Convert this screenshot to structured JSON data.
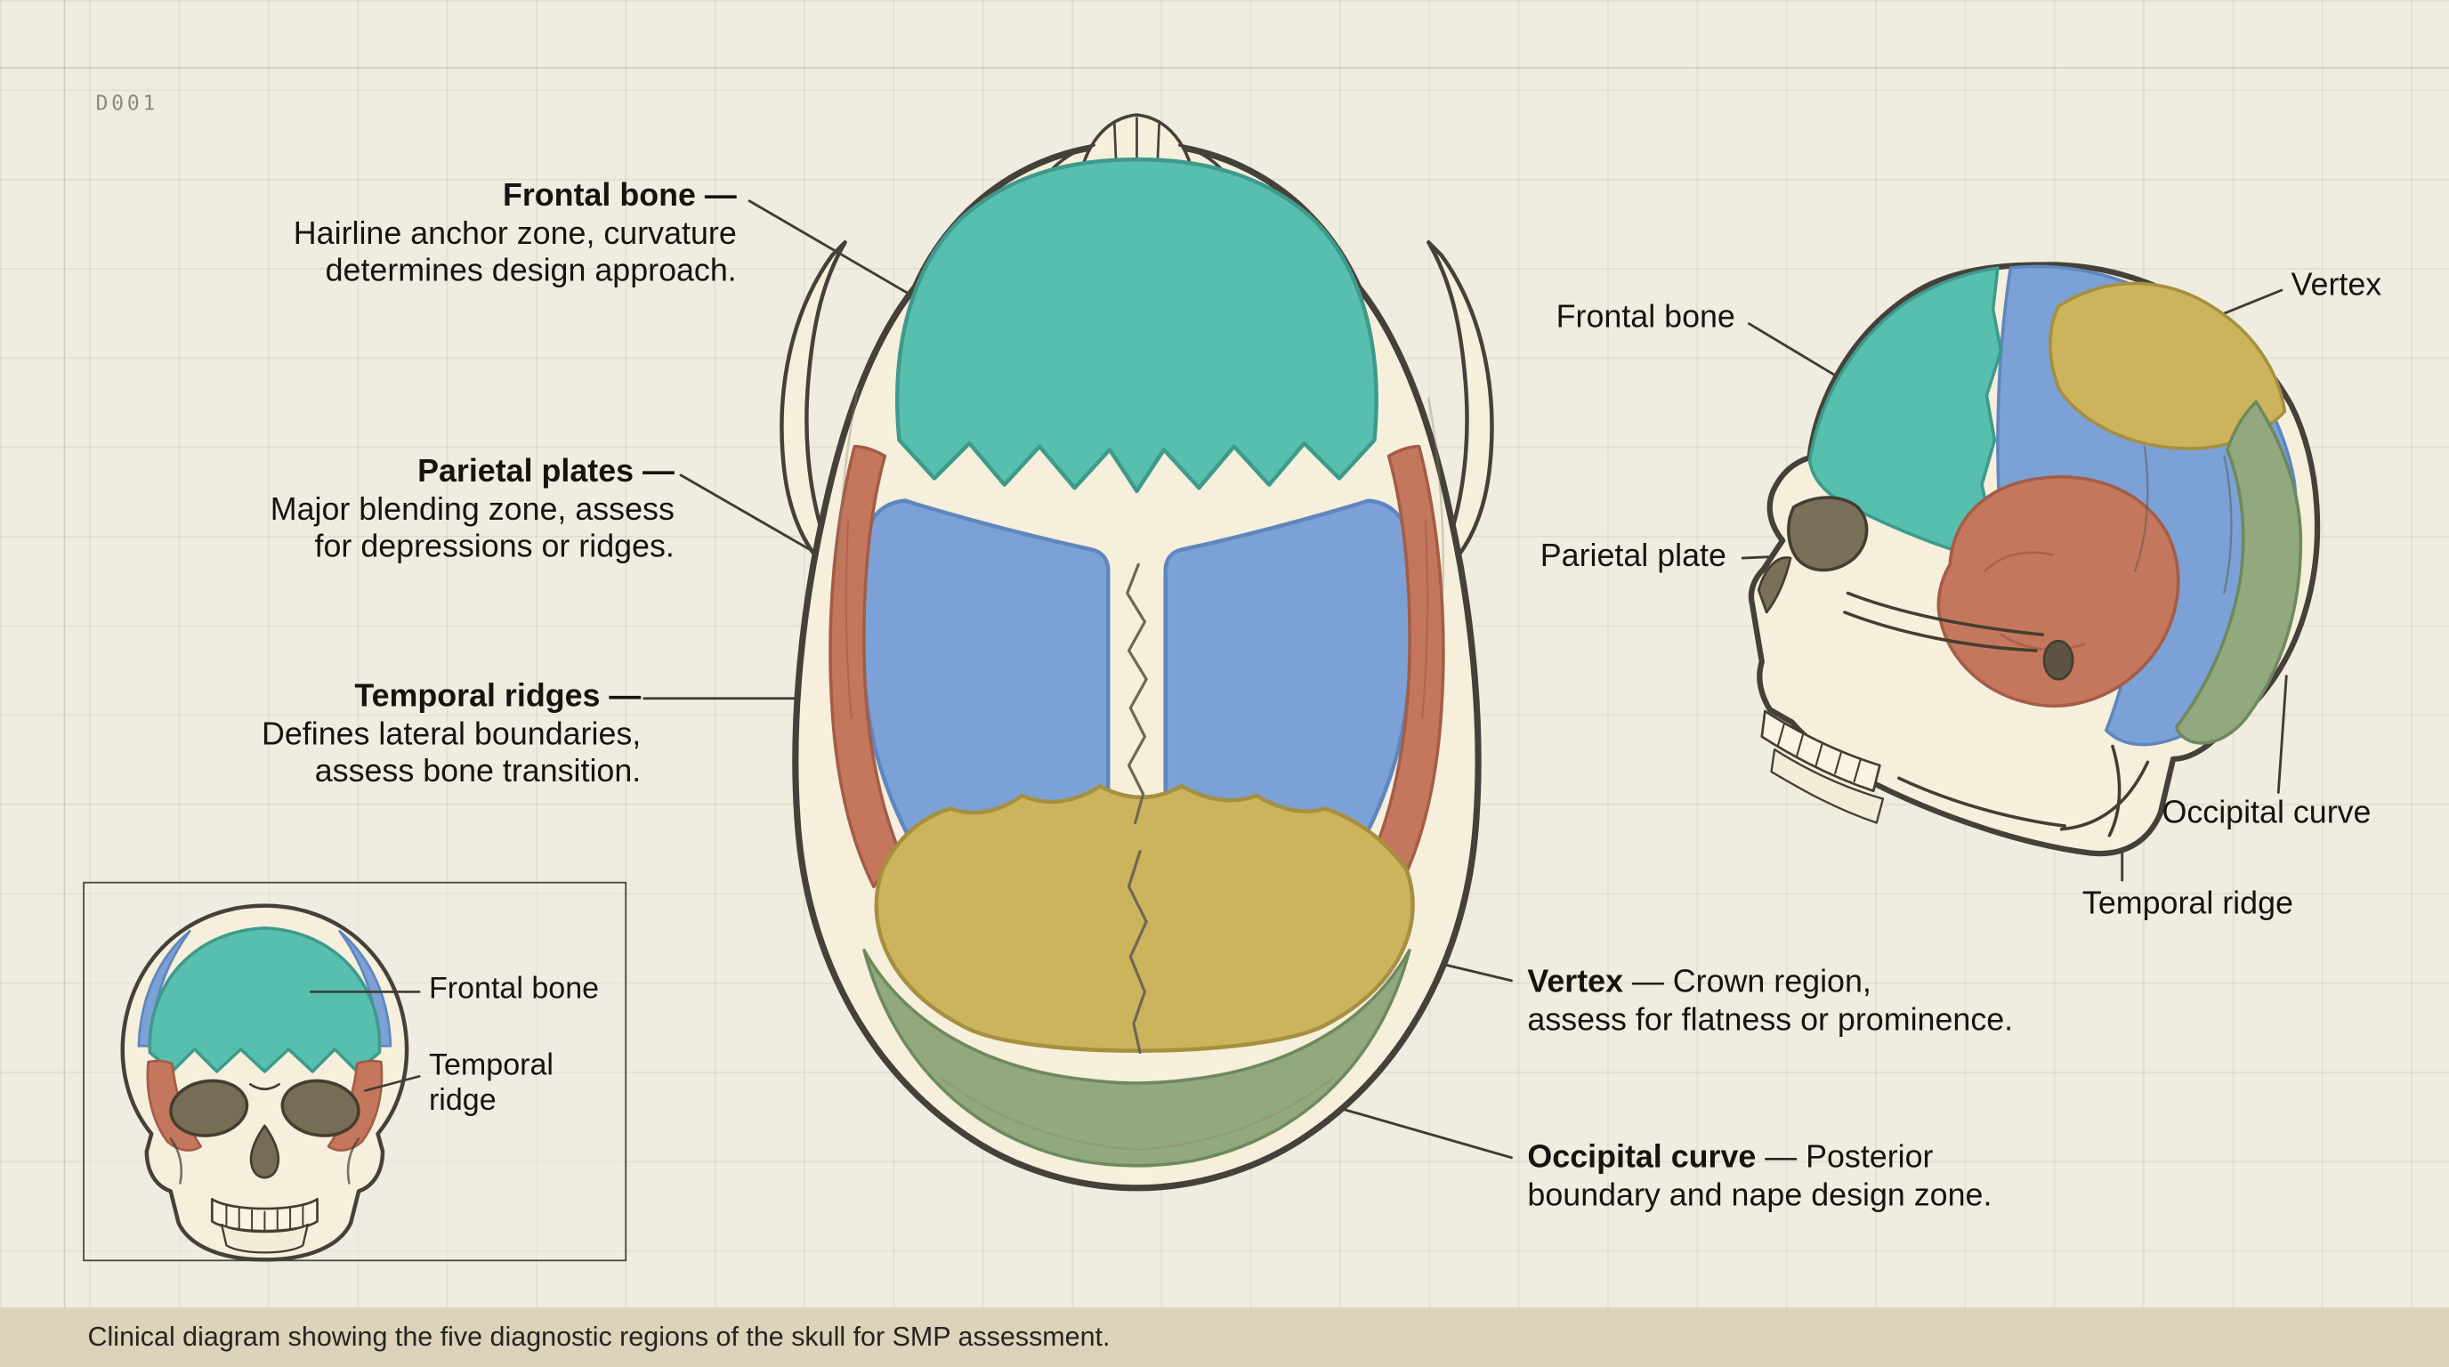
{
  "meta": {
    "doc_id": "D001",
    "caption": "Clinical diagram showing the five diagnostic regions of the skull for SMP assessment."
  },
  "colors": {
    "frontal_teal": "#57bfae",
    "parietal_blue": "#7ba1d6",
    "temporal_red": "#c5775e",
    "vertex_olive": "#cbb45c",
    "occipital_green": "#92a87e",
    "bone": "#f5efdc",
    "background": "#f0ece0",
    "caption_bar": "#ddd2ba",
    "outline": "#45413a"
  },
  "annotations": {
    "frontal": {
      "title": "Frontal bone —",
      "line1": "Hairline anchor zone, curvature",
      "line2": "determines design approach."
    },
    "parietal": {
      "title": "Parietal plates —",
      "line1": "Major blending zone, assess",
      "line2": "for depressions or ridges."
    },
    "temporal": {
      "title": "Temporal ridges —",
      "line1": "Defines lateral boundaries,",
      "line2": "assess bone transition."
    },
    "vertex": {
      "title": "Vertex",
      "rest": " — Crown region,",
      "line2": "assess for flatness or prominence."
    },
    "occipital": {
      "title": "Occipital curve",
      "rest": " — Posterior",
      "line2": "boundary and nape design zone."
    }
  },
  "side_labels": {
    "frontal": "Frontal bone",
    "vertex": "Vertex",
    "parietal": "Parietal plate",
    "occipital": "Occipital curve",
    "temporal": "Temporal ridge"
  },
  "inset_labels": {
    "frontal": "Frontal bone",
    "temporal": "Temporal ridge"
  }
}
